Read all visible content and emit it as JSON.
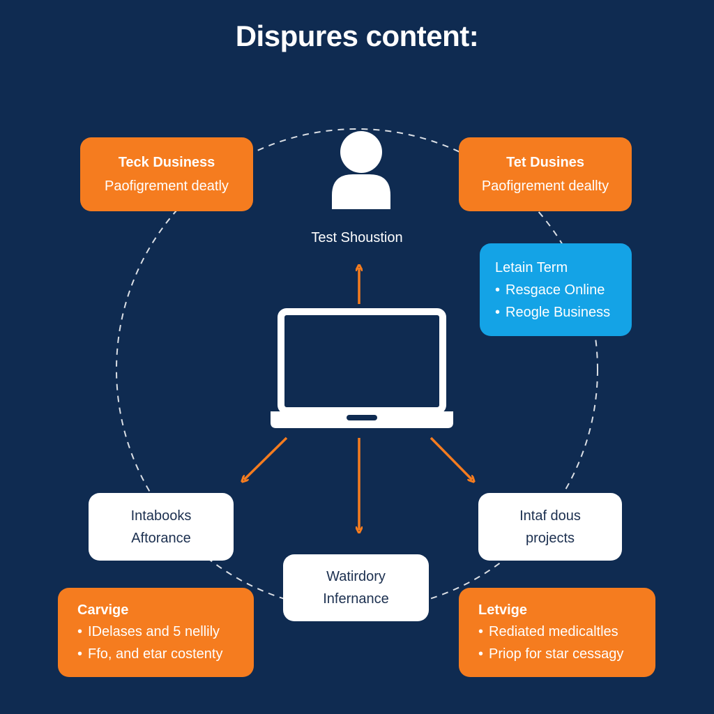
{
  "title": "Dispures content:",
  "person": {
    "label": "Test Shoustion",
    "icon": "person-icon"
  },
  "laptop": {
    "icon": "laptop-icon"
  },
  "boxes": {
    "top_left": {
      "head": "Teck Dusiness",
      "line": "Paofigrement deatly"
    },
    "top_right": {
      "head": "Tet Dusines",
      "line": "Paofigrement deallty"
    },
    "right_blue": {
      "head": "Letain Term",
      "items": [
        "Resgace Online",
        "Reogle Business"
      ]
    },
    "mid_left": {
      "line1": "Intabooks",
      "line2": "Aftorance"
    },
    "mid_right": {
      "line1": "Intaf dous",
      "line2": "projects"
    },
    "bottom_center": {
      "line1": "Watirdory",
      "line2": "Infernance"
    },
    "bottom_left": {
      "head": "Carvige",
      "items": [
        "IDelases and 5 nellily",
        "Ffo, and etar costenty"
      ]
    },
    "bottom_right": {
      "head": "Letvige",
      "items": [
        "Rediated medicaltles",
        "Priop for star cessagy"
      ]
    }
  },
  "colors": {
    "background": "#0f2b51",
    "orange": "#f57c1f",
    "blue": "#14a3e6",
    "white": "#ffffff"
  }
}
